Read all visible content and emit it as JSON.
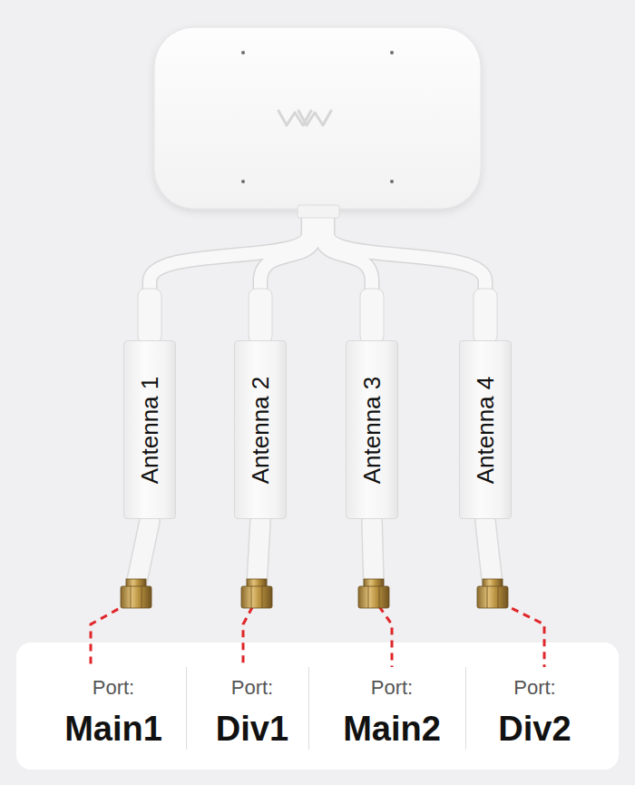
{
  "diagram": {
    "nodes": [
      {
        "text": [
          "Antenna 1"
        ]
      },
      {
        "text": [
          "Antenna 2"
        ]
      },
      {
        "text": [
          "Antenna 3"
        ]
      },
      {
        "text": [
          "Antenna 4"
        ]
      },
      {
        "text": [
          "Port:",
          "Main1"
        ]
      },
      {
        "text": [
          "Port:",
          "Div1"
        ]
      },
      {
        "text": [
          "Port:",
          "Main2"
        ]
      },
      {
        "text": [
          "Port:",
          "Div2"
        ]
      }
    ],
    "edges": [
      {
        "from": 0,
        "to": 4,
        "arrow": "none"
      },
      {
        "from": 1,
        "to": 5,
        "arrow": "none"
      },
      {
        "from": 2,
        "to": 6,
        "arrow": "none"
      },
      {
        "from": 3,
        "to": 7,
        "arrow": "none"
      }
    ]
  }
}
